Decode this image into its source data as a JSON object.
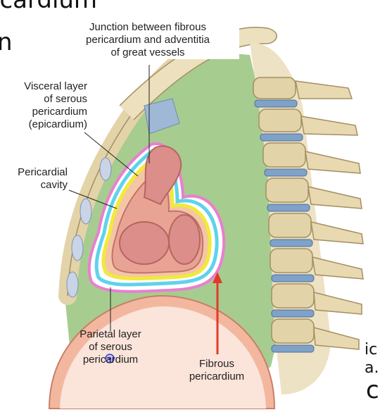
{
  "background_fragments": [
    "icardium",
    "n",
    "a.",
    "ic a.",
    "c"
  ],
  "labels": {
    "junction": [
      "Junction between fibrous",
      "pericardium and adventitia",
      "of great vessels"
    ],
    "visceral": [
      "Visceral layer",
      "of serous",
      "pericardium",
      "(epicardium)"
    ],
    "cavity": [
      "Pericardial",
      "cavity"
    ],
    "parietal": [
      "Parietal layer",
      "of serous",
      "pericardium"
    ],
    "fibrous": [
      "Fibrous",
      "pericardium"
    ]
  },
  "colors": {
    "fibrous_green": "#a7cc8f",
    "heart": "#dc8f8a",
    "heart_dark": "#c0726d",
    "epicardium_yellow": "#f2e93a",
    "cavity_cyan": "#5fd3ea",
    "parietal_pink": "#e97fd0",
    "outer_pink": "#f3b7a0",
    "bone": "#e8d9b0",
    "disc": "#7fa2c8",
    "arrow_red": "#e23a2a",
    "leader": "#222222"
  },
  "icons": [
    "cursor-marker-icon"
  ]
}
